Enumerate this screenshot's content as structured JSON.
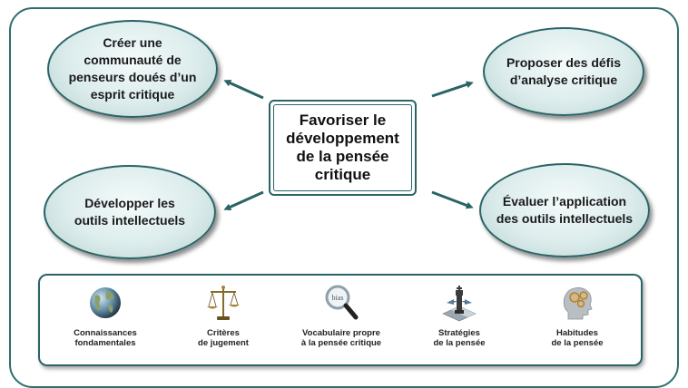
{
  "center": {
    "label": "Favoriser le\ndéveloppement\nde la pensée\ncritique"
  },
  "ovals": {
    "top_left": "Créer une\ncommunauté de\npenseurs doués d’un\nesprit critique",
    "top_right": "Proposer des défis\nd’analyse critique",
    "bottom_left": "Développer les\noutils intellectuels",
    "bottom_right": "Évaluer l’application\ndes outils intellectuels"
  },
  "tools": [
    {
      "label": "Connaissances\nfondamentales",
      "icon": "globe-icon"
    },
    {
      "label": "Critères\nde jugement",
      "icon": "scales-icon"
    },
    {
      "label": "Vocabulaire propre\nà la pensée critique",
      "icon": "magnifier-icon",
      "icon_text": "bias"
    },
    {
      "label": "Stratégies\nde la pensée",
      "icon": "chess-icon"
    },
    {
      "label": "Habitudes\nde la pensée",
      "icon": "head-gears-icon"
    }
  ],
  "colors": {
    "accent": "#2a6466",
    "oval_fill": "#dcecec"
  }
}
